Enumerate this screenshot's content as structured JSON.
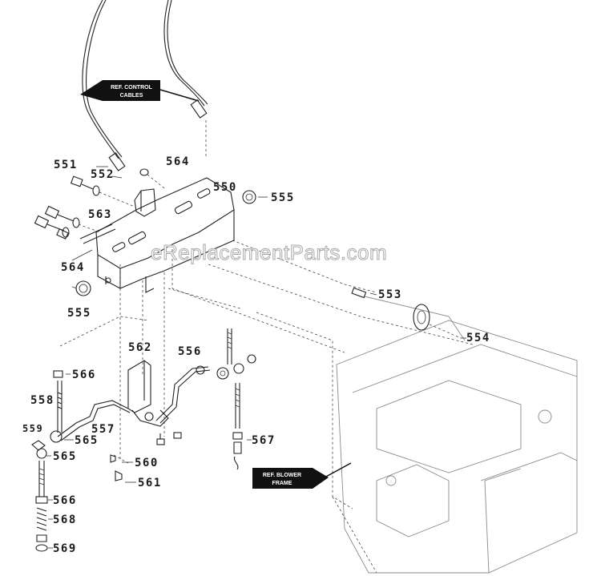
{
  "watermark": "eReplacementParts.com",
  "callouts": {
    "control_cables_line1": "REF. CONTROL",
    "control_cables_line2": "CABLES",
    "blower_frame_line1": "REF. BLOWER",
    "blower_frame_line2": "FRAME"
  },
  "labels": {
    "p550": "550",
    "p551": "551",
    "p552": "552",
    "p553": "553",
    "p554": "554",
    "p555a": "555",
    "p555b": "555",
    "p556": "556",
    "p557": "557",
    "p558": "558",
    "p559": "559",
    "p560": "560",
    "p561": "561",
    "p562": "562",
    "p563": "563",
    "p564a": "564",
    "p564b": "564",
    "p565a": "565",
    "p565b": "565",
    "p566a": "566",
    "p566b": "566",
    "p567": "567",
    "p568": "568",
    "p569": "569"
  }
}
